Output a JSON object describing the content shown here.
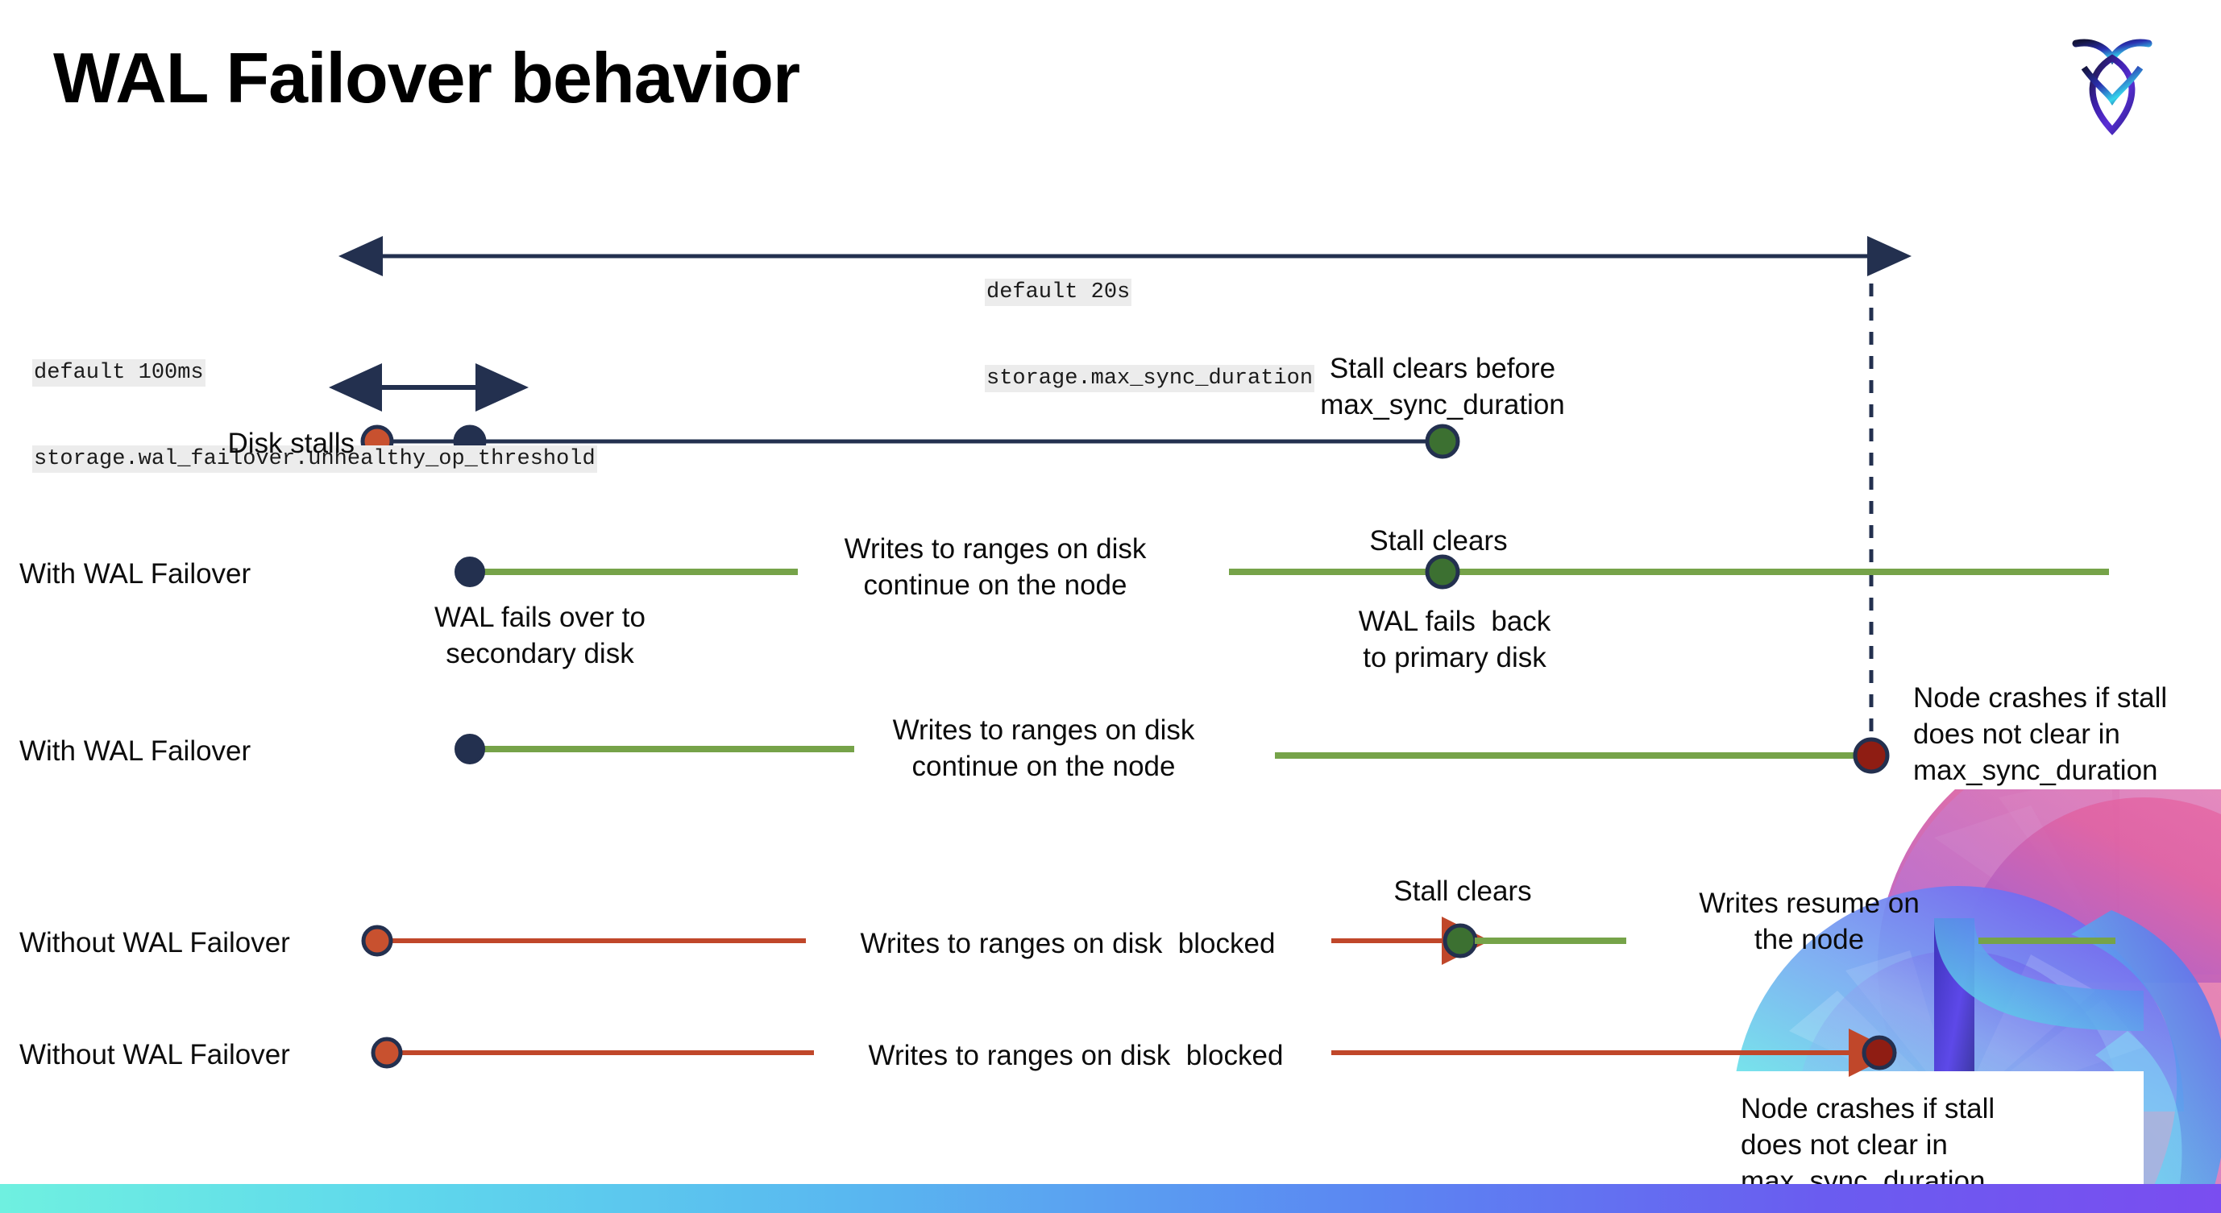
{
  "slide": {
    "title": "WAL Failover behavior",
    "logo_name": "cockroachdb-logo"
  },
  "colors": {
    "navy": "#23304f",
    "green_line": "#76a349",
    "green_dot": "#3c7031",
    "red_line": "#c0472a",
    "orange_dot": "#c8512f",
    "dark_red_dot": "#8f1d13",
    "code_bg": "#ececec",
    "text": "#0c0c0c"
  },
  "annotations": {
    "max_sync": {
      "line1": "default 20s",
      "line2": "storage.max_sync_duration"
    },
    "unhealthy_op": {
      "line1": "default 100ms",
      "line2": "storage.wal_failover.unhealthy_op_threshold"
    }
  },
  "rows": [
    {
      "id": "disk-stalls",
      "label": "Disk stalls",
      "notes": [
        {
          "id": "stall-clears-before",
          "text": "Stall clears before\nmax_sync_duration"
        }
      ]
    },
    {
      "id": "with-wal-failover-1",
      "label": "With WAL Failover",
      "notes": [
        {
          "id": "wal-fails-over",
          "text": "WAL fails over to\nsecondary disk"
        },
        {
          "id": "writes-continue-1",
          "text": "Writes to ranges on disk\ncontinue on the node"
        },
        {
          "id": "stall-clears-1",
          "text": "Stall clears"
        },
        {
          "id": "wal-fails-back",
          "text": "WAL fails  back\nto primary disk"
        }
      ]
    },
    {
      "id": "with-wal-failover-2",
      "label": "With WAL Failover",
      "notes": [
        {
          "id": "writes-continue-2",
          "text": "Writes to ranges on disk\ncontinue on the node"
        },
        {
          "id": "node-crashes-1",
          "text": "Node crashes if stall\ndoes not clear in\nmax_sync_duration"
        }
      ]
    },
    {
      "id": "without-wal-failover-1",
      "label": "Without WAL Failover",
      "notes": [
        {
          "id": "writes-blocked-1",
          "text": "Writes to ranges on disk  blocked"
        },
        {
          "id": "stall-clears-2",
          "text": "Stall clears"
        },
        {
          "id": "writes-resume",
          "text": "Writes resume on\nthe node"
        }
      ]
    },
    {
      "id": "without-wal-failover-2",
      "label": "Without WAL Failover",
      "notes": [
        {
          "id": "writes-blocked-2",
          "text": "Writes to ranges on disk  blocked"
        },
        {
          "id": "node-crashes-2",
          "text": "Node crashes if stall\ndoes not clear in\nmax_sync_duration"
        }
      ]
    }
  ]
}
